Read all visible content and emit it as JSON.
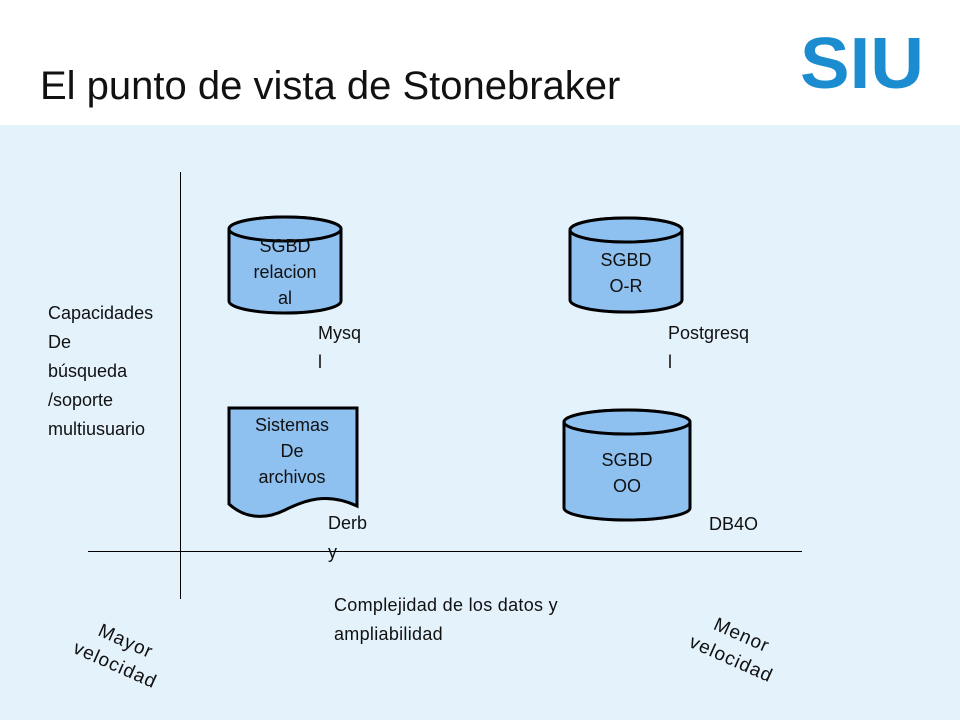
{
  "slide": {
    "title": "El punto de vista de Stonebraker",
    "logo_text": "SIU",
    "brand_color": "#1a8ccf"
  },
  "diagram": {
    "y_axis_label": [
      "Capacidades",
      "De",
      "búsqueda",
      "/soporte",
      "multiusuario"
    ],
    "x_axis_label": [
      "Complejidad de los datos y",
      "ampliabilidad"
    ],
    "left_speed": [
      "Mayor",
      "velocidad"
    ],
    "right_speed": [
      "Menor",
      "velocidad"
    ],
    "fill_color": "#8ec0f0",
    "nodes": [
      {
        "shape": "cylinder",
        "label": [
          "SGBD",
          "relacion",
          "al"
        ],
        "example": [
          "Mysq",
          "l"
        ]
      },
      {
        "shape": "cylinder",
        "label": [
          "SGBD",
          "O-R"
        ],
        "example": [
          "Postgresq",
          "l"
        ]
      },
      {
        "shape": "document",
        "label": [
          "Sistemas",
          "De",
          "archivos"
        ],
        "example": [
          "Derb",
          "y"
        ]
      },
      {
        "shape": "cylinder",
        "label": [
          "SGBD",
          "OO"
        ],
        "example": [
          "DB4O"
        ]
      }
    ]
  }
}
